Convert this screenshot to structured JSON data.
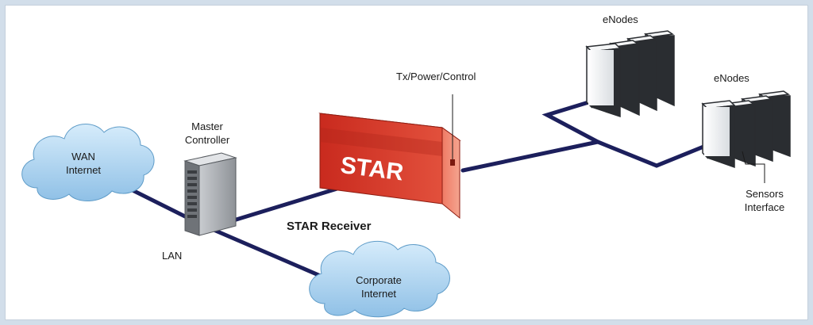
{
  "diagram": {
    "clouds": [
      {
        "lines": [
          "WAN",
          "Internet"
        ]
      },
      {
        "lines": [
          "Corporate",
          "Internet"
        ]
      }
    ],
    "labels": {
      "master_controller": [
        "Master",
        "Controller"
      ],
      "lan": "LAN",
      "star_receiver": "STAR Receiver",
      "tx_power_control": "Tx/Power/Control",
      "enodes_top": "eNodes",
      "enodes_right": "eNodes",
      "sensors_interface": [
        "Sensors",
        "Interface"
      ]
    },
    "star_device_text": "STAR",
    "colors": {
      "background": "#d2deea",
      "link": "#1c1f5c",
      "cloud_fill": "#a8cfee",
      "star_red": "#d63a2c",
      "node_fill": "#eef0f2"
    }
  }
}
